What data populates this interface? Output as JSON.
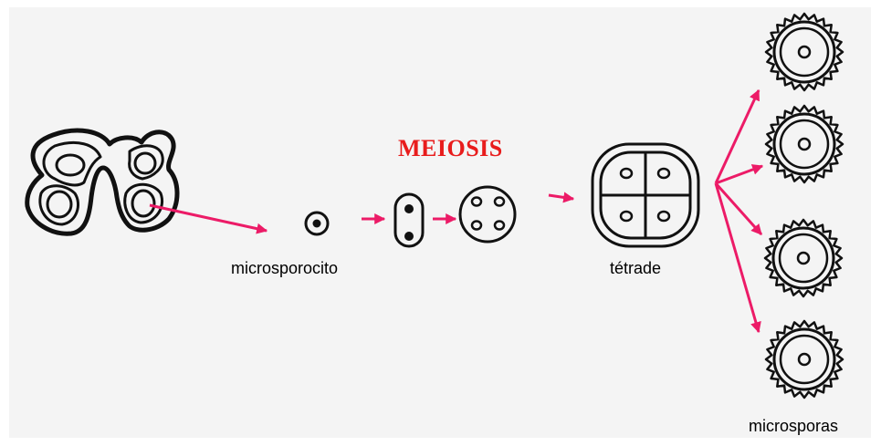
{
  "labels": {
    "process": "MEIOSIS",
    "microsporocyte": "microsporocito",
    "tetrad": "tétrade",
    "microspores": "microsporas"
  },
  "colors": {
    "background": "#f4f4f4",
    "ink": "#111111",
    "arrow": "#ec1b67",
    "title": "#e81c1c"
  },
  "icons": {
    "anther": "anther-cross-section-icon",
    "microsporocyte": "microsporocyte-cell-icon",
    "dyad": "dyad-cell-icon",
    "four_nuclei": "four-nuclei-cell-icon",
    "tetrad": "tetrad-icon",
    "microspore": "microspore-icon"
  },
  "microspore_count": 4
}
